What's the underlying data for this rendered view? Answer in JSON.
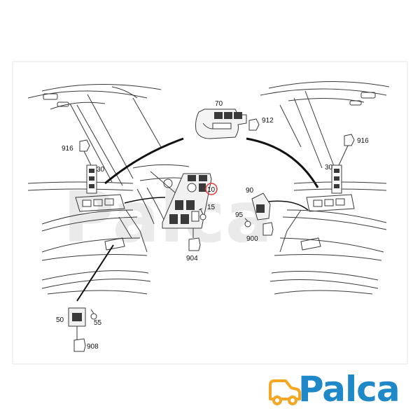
{
  "callouts": {
    "c70": "70",
    "c912": "912",
    "c916_left": "916",
    "c30_left": "30",
    "c10": "10",
    "c15": "15",
    "c904": "904",
    "c50": "50",
    "c55": "55",
    "c908": "908",
    "c90": "90",
    "c95": "95",
    "c900": "900",
    "c916_right": "916",
    "c30_right": "30"
  },
  "highlighted_callout": "10",
  "colors": {
    "line": "#3a3a3a",
    "light_line": "#9a9a9a",
    "highlight_ring": "#e53935",
    "logo_blue": "#1e88c8",
    "logo_orange": "#f5a623"
  },
  "watermark_text": "Palca",
  "logo": {
    "text": "Palca",
    "icon": "truck-icon"
  }
}
